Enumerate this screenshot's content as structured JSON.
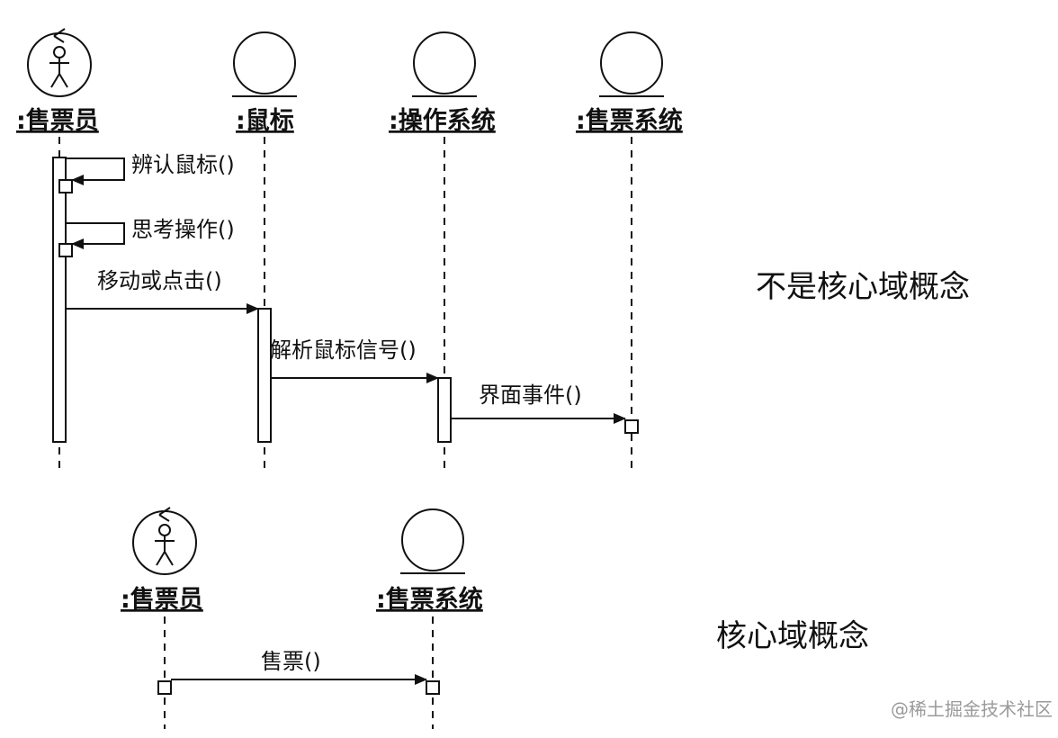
{
  "diagram1": {
    "objects": {
      "clerk": ":售票员",
      "mouse": ":鼠标",
      "os": ":操作系统",
      "ticket_system": ":售票系统"
    },
    "messages": {
      "m1": "辨认鼠标()",
      "m2": "思考操作()",
      "m3": "移动或点击()",
      "m4": "解析鼠标信号()",
      "m5": "界面事件()"
    },
    "note": "不是核心域概念"
  },
  "diagram2": {
    "objects": {
      "clerk": ":售票员",
      "ticket_system": ":售票系统"
    },
    "messages": {
      "m1": "售票()"
    },
    "note": "核心域概念"
  },
  "watermark": "@稀土掘金技术社区"
}
